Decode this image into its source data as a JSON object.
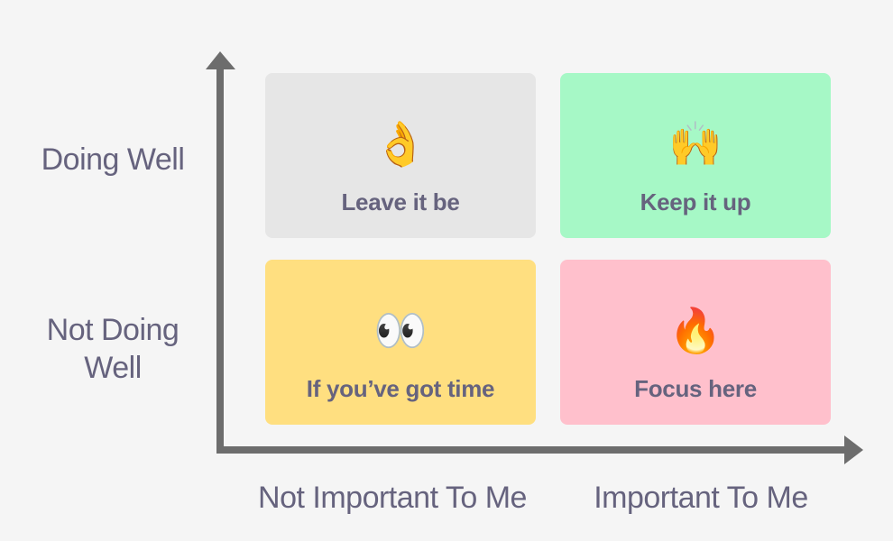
{
  "y_axis": {
    "labels": [
      {
        "text": "Doing Well"
      },
      {
        "line1": "Not Doing",
        "line2": "Well"
      }
    ]
  },
  "x_axis": {
    "labels": [
      "Not Important To Me",
      "Important To Me"
    ]
  },
  "quadrants": [
    {
      "label": "Leave it be",
      "emoji": "👌",
      "emoji_name": "ok-hand",
      "color": "#e6e6e6"
    },
    {
      "label": "Keep it up",
      "emoji": "🙌",
      "emoji_name": "raising-hands",
      "color": "#a6f8c6"
    },
    {
      "label": "If you’ve got time",
      "emoji": "👀",
      "emoji_name": "eyes",
      "color": "#ffdf80"
    },
    {
      "label": "Focus here",
      "emoji": "🔥",
      "emoji_name": "fire",
      "color": "#ffc0cc"
    }
  ],
  "colors": {
    "background": "#f5f5f5",
    "axis": "#6d6d6d",
    "text": "#66637e"
  }
}
